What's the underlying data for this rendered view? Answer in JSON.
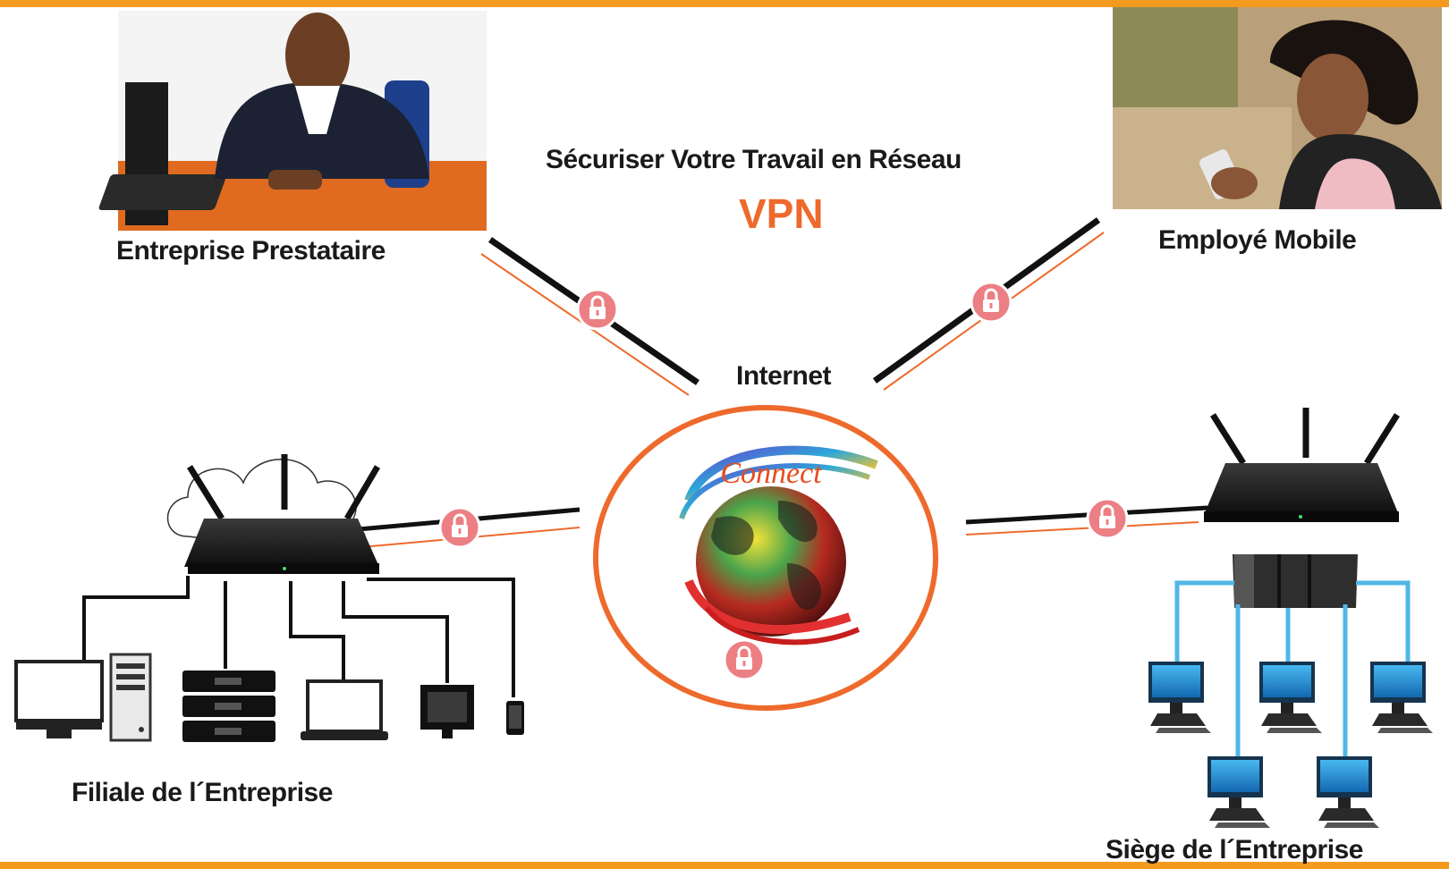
{
  "diagram": {
    "title": "Sécuriser Votre Travail en Réseau",
    "subtitle": "VPN",
    "center_label": "Internet",
    "center_logo_text": "Connect",
    "nodes": {
      "provider": "Entreprise Prestataire",
      "mobile": "Employé Mobile",
      "branch": "Filiale de l´Entreprise",
      "headquarters": "Siège de l´Entreprise"
    }
  },
  "colors": {
    "accent": "#ee6a2c",
    "frame": "#f39a1f",
    "lock_badge": "#ec7f84",
    "network_link": "#4fb7e6"
  },
  "icons": [
    "lock-icon",
    "router-icon",
    "globe-icon",
    "server-icon",
    "monitor-icon",
    "laptop-icon",
    "phone-icon",
    "cloud-icon"
  ]
}
